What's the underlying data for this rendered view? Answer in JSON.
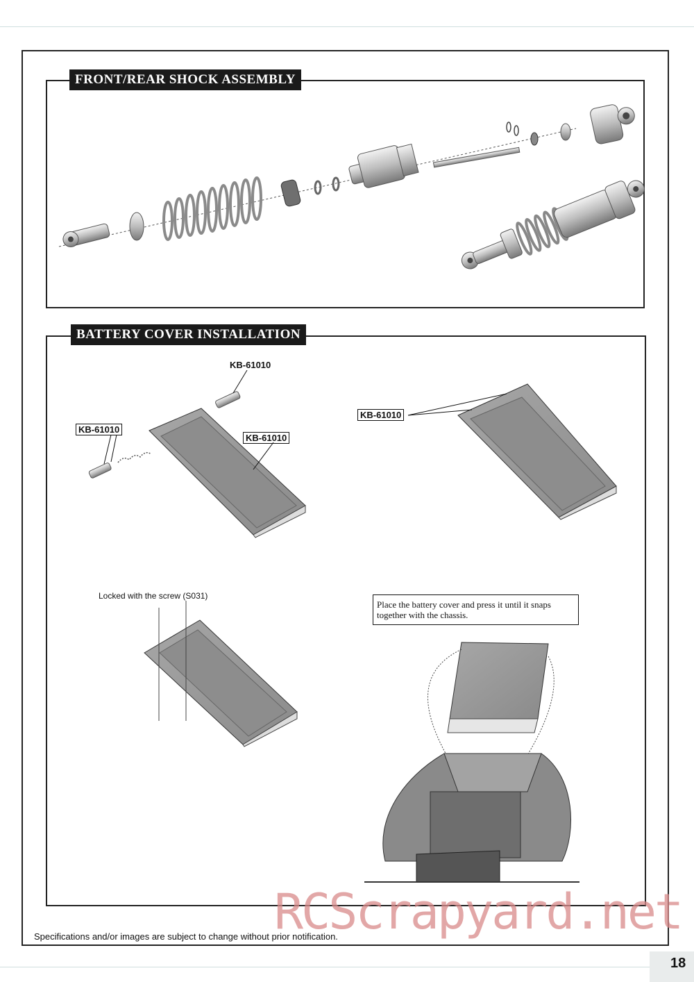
{
  "sections": {
    "shock_title": "FRONT/REAR  SHOCK ASSEMBLY",
    "battery_title": "BATTERY COVER INSTALLATION"
  },
  "parts": {
    "label_top": "KB-61010",
    "label_left": "KB-61010",
    "label_center": "KB-61010",
    "label_right": "KB-61010"
  },
  "instructions": {
    "locked_note": "Locked with the screw (S031)",
    "callout_text": "Place the battery cover and press it until it snaps together with the chassis."
  },
  "footer": {
    "disclaimer": "Specifications and/or images are subject to change without prior notification.",
    "watermark": "RCScrapyard.net",
    "page_number": "18"
  }
}
